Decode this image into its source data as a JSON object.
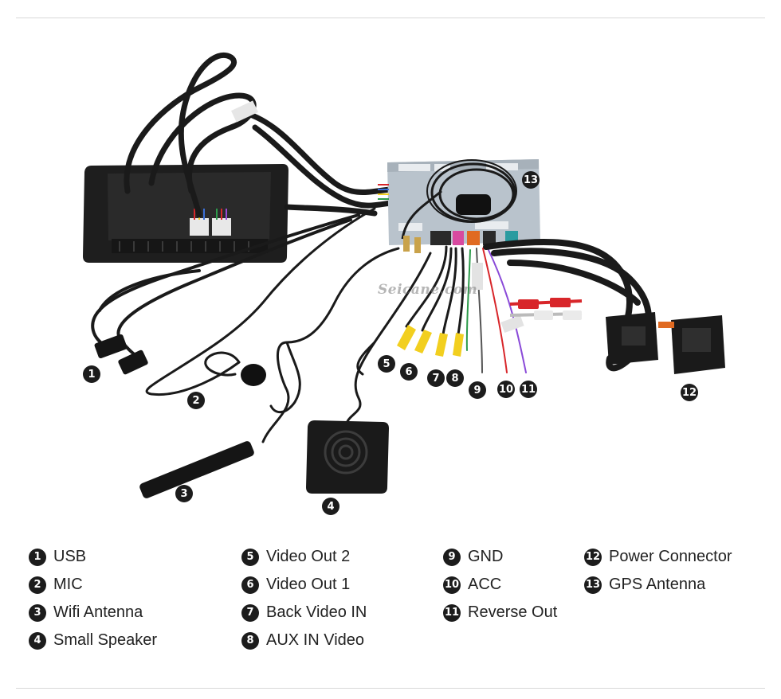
{
  "watermark": "Seicane.com",
  "callouts": [
    "1",
    "2",
    "3",
    "4",
    "5",
    "6",
    "7",
    "8",
    "9",
    "10",
    "11",
    "12",
    "13"
  ],
  "legend": {
    "col1": [
      {
        "num": "1",
        "label": "USB"
      },
      {
        "num": "2",
        "label": "MIC"
      },
      {
        "num": "3",
        "label": "Wifi Antenna"
      },
      {
        "num": "4",
        "label": "Small Speaker"
      }
    ],
    "col2": [
      {
        "num": "5",
        "label": "Video Out 2"
      },
      {
        "num": "6",
        "label": "Video Out 1"
      },
      {
        "num": "7",
        "label": "Back Video IN"
      },
      {
        "num": "8",
        "label": "AUX IN Video"
      }
    ],
    "col3": [
      {
        "num": "9",
        "label": "GND"
      },
      {
        "num": "10",
        "label": "ACC"
      },
      {
        "num": "11",
        "label": "Reverse Out"
      }
    ],
    "col4": [
      {
        "num": "12",
        "label": "Power Connector"
      },
      {
        "num": "13",
        "label": "GPS Antenna"
      }
    ]
  },
  "colors": {
    "cable": "#1a1a1a",
    "module": "#b9c3cc",
    "rca_yellow": "#f2cf1f",
    "rca_red": "#d8262a",
    "badge": "#1c1c1c"
  }
}
